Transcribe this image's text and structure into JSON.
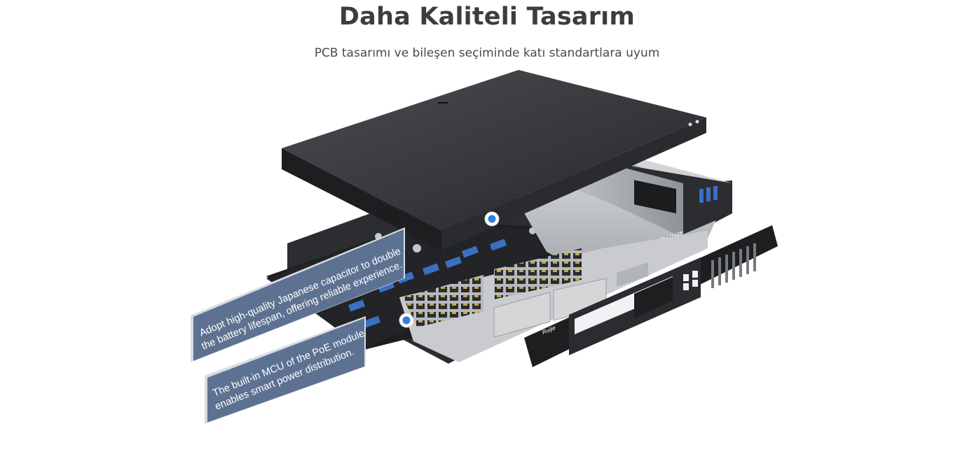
{
  "header": {
    "title": "Daha Kaliteli Tasarım",
    "subtitle": "PCB tasarımı ve bileşen seçiminde katı standartlara uyum"
  },
  "callouts": [
    {
      "line1": "Adopt high-quality Japanese capacitor to double",
      "line2": "the battery lifespan, offering reliable experience."
    },
    {
      "line1": "The built-in MCU of the PoE module",
      "line2": "enables smart power distribution."
    }
  ],
  "device": {
    "brand": "Ruijie"
  },
  "colors": {
    "title": "#3d3d3d",
    "callout_bg": "#5d7291",
    "hotspot": "#2f7de1",
    "chassis_dark": "#2b2d30"
  }
}
